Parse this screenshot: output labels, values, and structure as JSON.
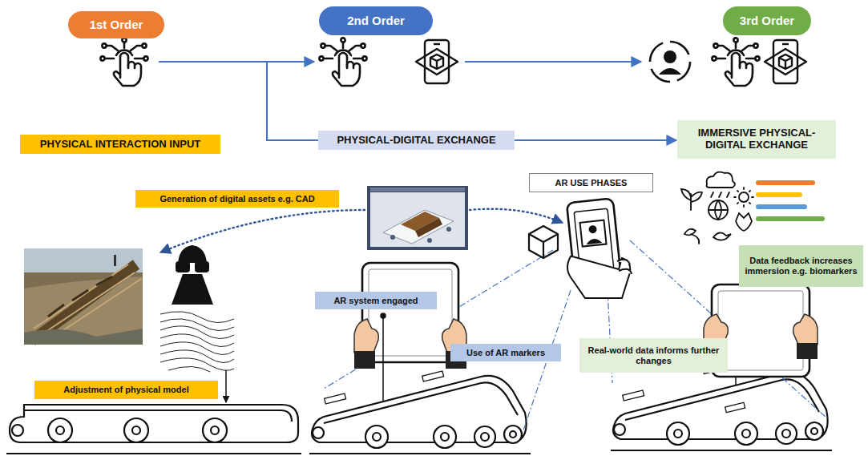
{
  "diagram": {
    "nodes": [
      {
        "text": [
          "1st Order"
        ]
      },
      {
        "text": [
          "2nd Order"
        ]
      },
      {
        "text": [
          "3rd Order"
        ]
      },
      {
        "text": [
          "PHYSICAL INTERACTION INPUT"
        ]
      },
      {
        "text": [
          "PHYSICAL-DIGITAL EXCHANGE"
        ]
      },
      {
        "text": [
          "IMMERSIVE PHYSICAL-DIGITAL EXCHANGE"
        ]
      },
      {
        "text": [
          "Generation of digital assets e.g. CAD"
        ]
      },
      {
        "text": [
          "AR USE PHASES"
        ]
      },
      {
        "text": [
          "AR system engaged"
        ]
      },
      {
        "text": [
          "Use of AR markers"
        ]
      },
      {
        "text": [
          "Data feedback increases immersion e.g. biomarkers"
        ]
      },
      {
        "text": [
          "Adjustment of physical model"
        ]
      },
      {
        "text": [
          "Real-world data informs further changes"
        ]
      }
    ],
    "edges": [
      {
        "from": 4,
        "to": 5,
        "arrow": "to"
      }
    ]
  }
}
